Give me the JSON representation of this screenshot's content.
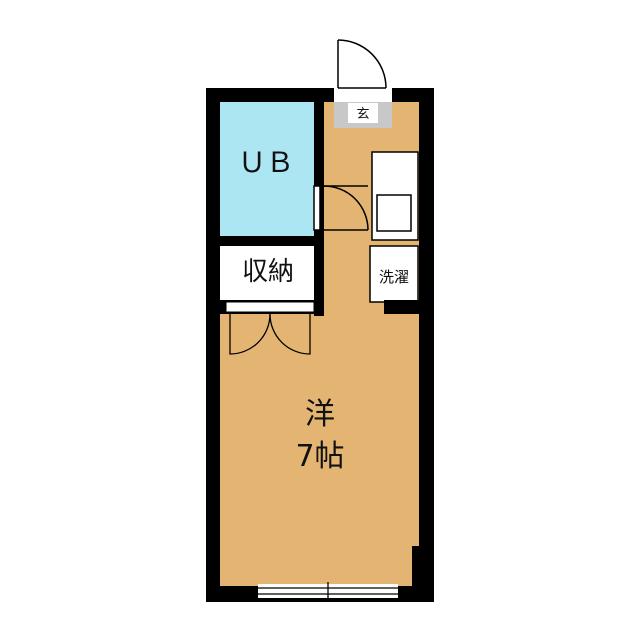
{
  "rooms": {
    "bath": {
      "label": "ＵＢ"
    },
    "storage": {
      "label": "収納"
    },
    "main": {
      "type_label": "洋",
      "size_label": "7帖"
    },
    "entrance": {
      "label": "玄"
    },
    "laundry": {
      "label": "洗濯"
    }
  },
  "colors": {
    "wall": "#000000",
    "floor": "#e4b572",
    "bath": "#ade6f3",
    "entrance_floor": "#c8c8c8",
    "white": "#ffffff"
  }
}
